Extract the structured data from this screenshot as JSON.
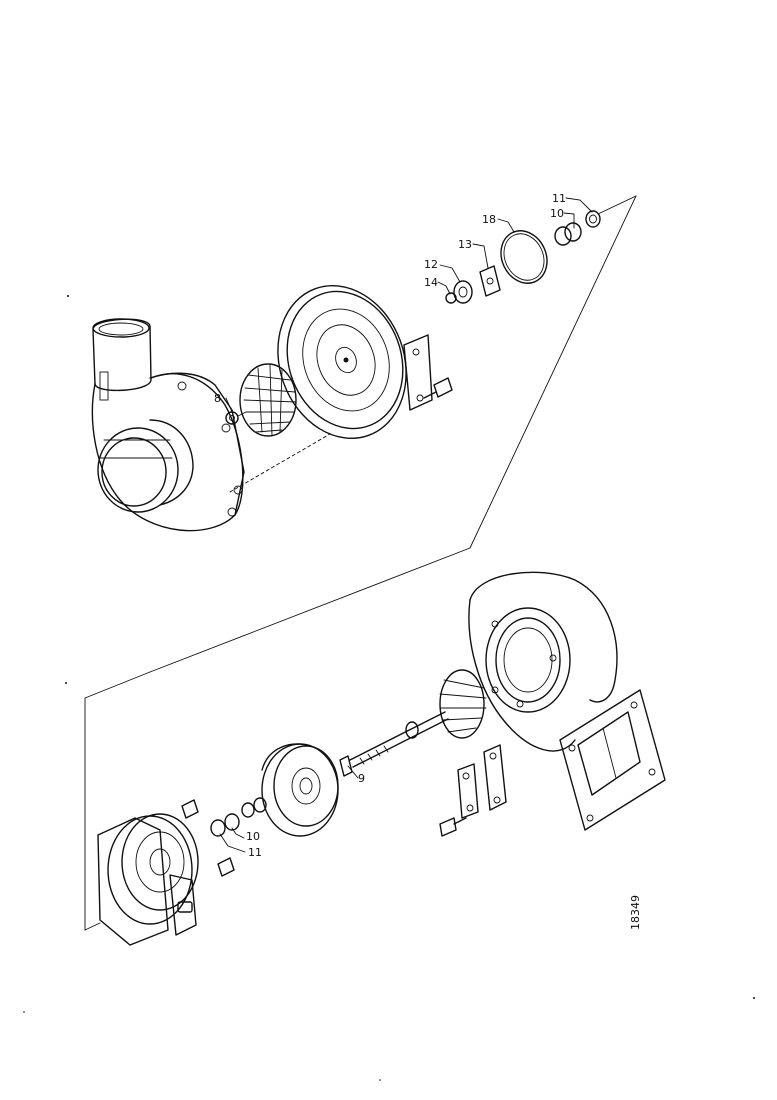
{
  "callouts": [
    {
      "id": "callout-8",
      "label": "8"
    },
    {
      "id": "callout-9",
      "label": "9"
    },
    {
      "id": "callout-10-top",
      "label": "10"
    },
    {
      "id": "callout-10-bottom",
      "label": "10"
    },
    {
      "id": "callout-11-top",
      "label": "11"
    },
    {
      "id": "callout-11-bottom",
      "label": "11"
    },
    {
      "id": "callout-12",
      "label": "12"
    },
    {
      "id": "callout-13",
      "label": "13"
    },
    {
      "id": "callout-14",
      "label": "14"
    },
    {
      "id": "callout-18",
      "label": "18"
    }
  ],
  "figure_number": "18349",
  "colors": {
    "ink": "#111111",
    "paper": "#ffffff"
  }
}
